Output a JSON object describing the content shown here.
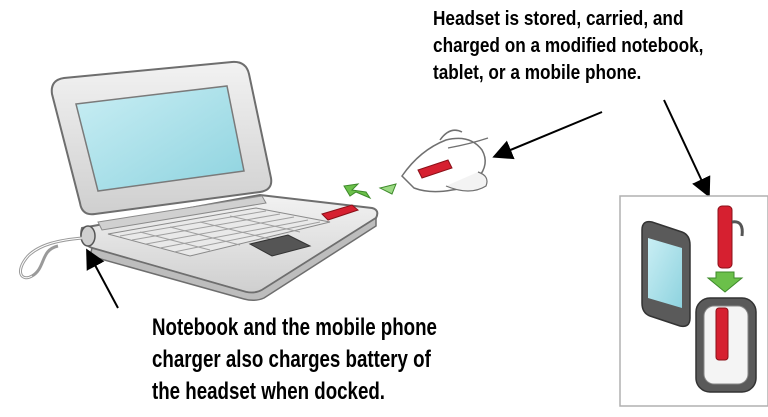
{
  "captions": {
    "top": [
      "Headset is stored, carried, and",
      "charged on a modified notebook,",
      "tablet, or a mobile phone."
    ],
    "bottom": [
      "Notebook and the mobile phone",
      "charger also charges battery of",
      "the headset when docked."
    ]
  },
  "colors": {
    "accent_red": "#d62030",
    "arrow_green": "#6bc04a",
    "screen_cyan": "#a8dfe8",
    "body_gray": "#e4e4e4",
    "outline": "#6e6e6e"
  }
}
